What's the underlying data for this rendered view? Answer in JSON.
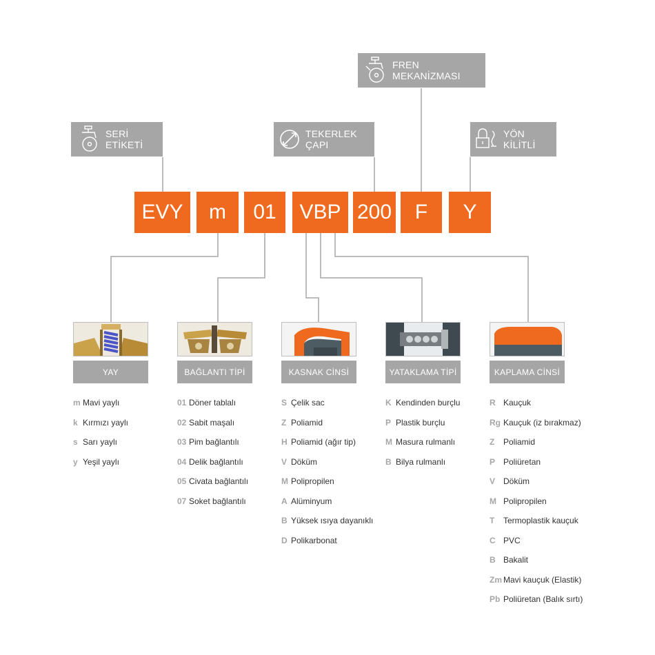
{
  "colors": {
    "accent": "#ef6a1f",
    "panel": "#a6a6a6",
    "line": "#a6a6a6",
    "text": "#333333",
    "code_gray": "#a6a6a6"
  },
  "top_labels": {
    "seri_etiketi": {
      "label": "SERİ ETİKETİ",
      "icon": "caster-wheel-icon"
    },
    "tekerlek_capi": {
      "label": "TEKERLEK ÇAPI",
      "icon": "diameter-icon"
    },
    "fren": {
      "label": "FREN MEKANİZMASI",
      "icon": "brake-caster-icon"
    },
    "yon_kilitli": {
      "label": "YÖN KİLİTLİ",
      "icon": "lock-icon"
    }
  },
  "code_parts": [
    "EVY",
    "m",
    "01",
    "VBP",
    "200",
    "F",
    "Y"
  ],
  "categories": [
    {
      "label": "YAY",
      "items": [
        {
          "code": "m",
          "text": "Mavi yaylı"
        },
        {
          "code": "k",
          "text": "Kırmızı yaylı"
        },
        {
          "code": "s",
          "text": "Sarı yaylı"
        },
        {
          "code": "y",
          "text": "Yeşil yaylı"
        }
      ]
    },
    {
      "label": "BAĞLANTI TİPİ",
      "items": [
        {
          "code": "01",
          "text": "Döner tablalı"
        },
        {
          "code": "02",
          "text": "Sabit maşalı"
        },
        {
          "code": "03",
          "text": "Pim bağlantılı"
        },
        {
          "code": "04",
          "text": "Delik bağlantılı"
        },
        {
          "code": "05",
          "text": "Civata bağlantılı"
        },
        {
          "code": "07",
          "text": "Soket bağlantılı"
        }
      ]
    },
    {
      "label": "KASNAK CİNSİ",
      "items": [
        {
          "code": "S",
          "text": "Çelik sac"
        },
        {
          "code": "Z",
          "text": "Poliamid"
        },
        {
          "code": "H",
          "text": "Poliamid (ağır tip)"
        },
        {
          "code": "V",
          "text": "Döküm"
        },
        {
          "code": "M",
          "text": "Polipropilen"
        },
        {
          "code": "A",
          "text": "Alüminyum"
        },
        {
          "code": "B",
          "text": "Yüksek ısıya dayanıklı"
        },
        {
          "code": "D",
          "text": "Polikarbonat"
        }
      ]
    },
    {
      "label": "YATAKLAMA TİPİ",
      "items": [
        {
          "code": "K",
          "text": "Kendinden burçlu"
        },
        {
          "code": "P",
          "text": "Plastik burçlu"
        },
        {
          "code": "M",
          "text": "Masura rulmanlı"
        },
        {
          "code": "B",
          "text": "Bilya rulmanlı"
        }
      ]
    },
    {
      "label": "KAPLAMA CİNSİ",
      "items": [
        {
          "code": "R",
          "text": "Kauçuk"
        },
        {
          "code": "Rg",
          "text": "Kauçuk (iz bırakmaz)"
        },
        {
          "code": "Z",
          "text": "Poliamid"
        },
        {
          "code": "P",
          "text": "Poliüretan"
        },
        {
          "code": "V",
          "text": "Döküm"
        },
        {
          "code": "M",
          "text": "Polipropilen"
        },
        {
          "code": "T",
          "text": "Termoplastik kauçuk"
        },
        {
          "code": "C",
          "text": "PVC"
        },
        {
          "code": "B",
          "text": "Bakalit"
        },
        {
          "code": "Zm",
          "text": "Mavi kauçuk (Elastik)"
        },
        {
          "code": "Pb",
          "text": "Poliüretan (Balık sırtı)"
        }
      ]
    }
  ]
}
